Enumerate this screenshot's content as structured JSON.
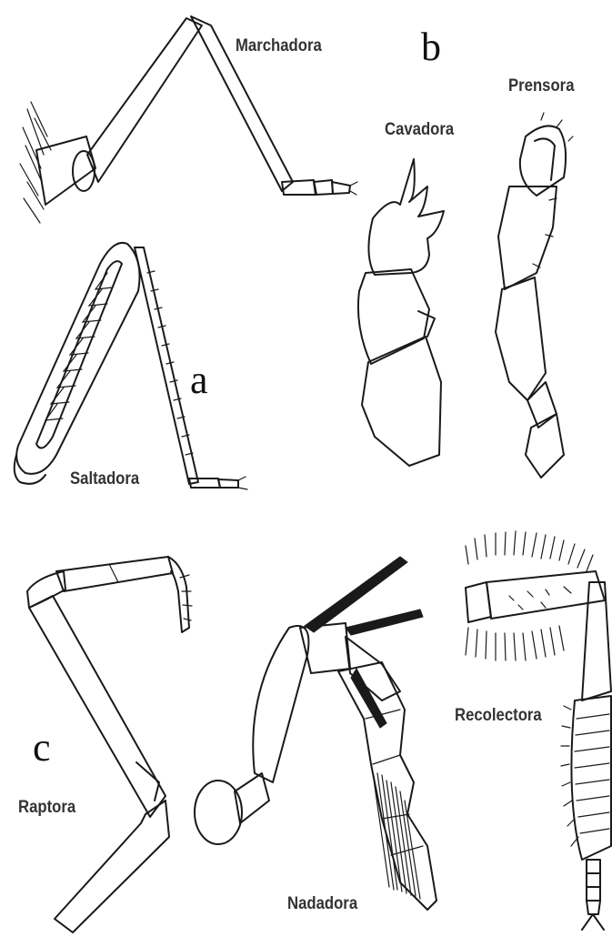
{
  "labels": {
    "marchadora": "Marchadora",
    "saltadora": "Saltadora",
    "cavadora": "Cavadora",
    "prensora": "Prensora",
    "raptora": "Raptora",
    "nadadora": "Nadadora",
    "recolectora": "Recolectora"
  },
  "letters": {
    "a": "a",
    "b": "b",
    "c": "c"
  }
}
